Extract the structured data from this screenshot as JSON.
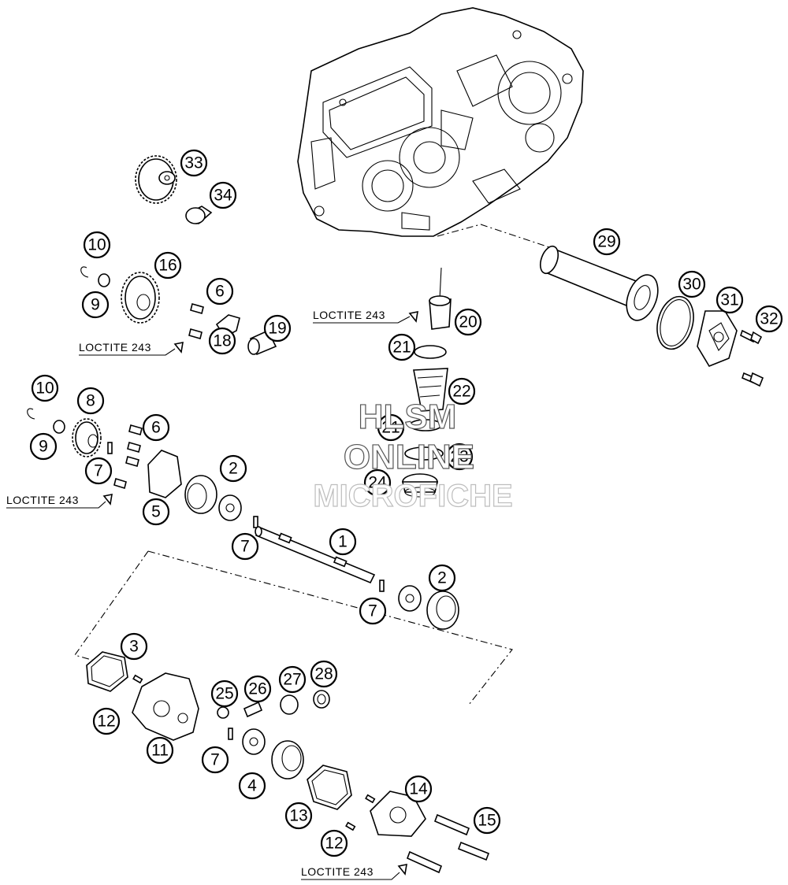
{
  "loctite_label": "LOCTITE 243",
  "watermark": [
    "HLSM",
    "ONLINE",
    "MICROFICHE"
  ],
  "callouts": [
    "33",
    "34",
    "10",
    "16",
    "9",
    "6",
    "18",
    "19",
    "10",
    "8",
    "9",
    "6",
    "7",
    "5",
    "2",
    "7",
    "1",
    "2",
    "7",
    "3",
    "12",
    "11",
    "25",
    "26",
    "27",
    "28",
    "7",
    "4",
    "13",
    "14",
    "15",
    "12",
    "29",
    "30",
    "31",
    "32",
    "20",
    "21",
    "22",
    "21",
    "23",
    "24"
  ]
}
